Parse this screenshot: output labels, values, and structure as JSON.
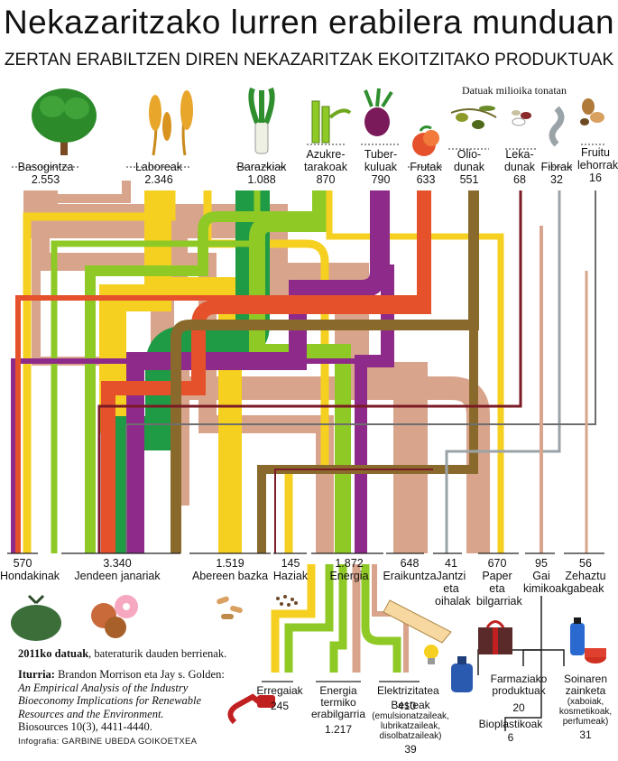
{
  "header": {
    "title": "Nekazaritzako lurren erabilera munduan",
    "subtitle": "ZERTAN ERABILTZEN DIREN NEKAZARITZAK EKOITZITAKO PRODUKTUAK",
    "units": "Datuak milioika tonatan"
  },
  "sources": [
    {
      "label": "Basogintza",
      "value": "2.553",
      "color": "#d9a48c"
    },
    {
      "label": "Laboreak",
      "value": "2.346",
      "color": "#f6d020"
    },
    {
      "label": "Barazkiak",
      "value": "1.088",
      "color": "#1f9a45"
    },
    {
      "label": "Azukre-tarakoak",
      "value": "870",
      "color": "#8fc926"
    },
    {
      "label": "Tuber-kuluak",
      "value": "790",
      "color": "#8e2a8a"
    },
    {
      "label": "Frutak",
      "value": "633",
      "color": "#e5512b"
    },
    {
      "label": "Olio-dunak",
      "value": "551",
      "color": "#8a6a2c"
    },
    {
      "label": "Leka-dunak",
      "value": "68",
      "color": "#7a1a24"
    },
    {
      "label": "Fibrak",
      "value": "32",
      "color": "#9aa3a8"
    },
    {
      "label": "Fruitu lehorrak",
      "value": "16",
      "color": "#6e6e6e"
    }
  ],
  "destinations": [
    {
      "label": "Hondakinak",
      "value": "570"
    },
    {
      "label": "Jendeen janariak",
      "value": "3.340"
    },
    {
      "label": "Abereen bazka",
      "value": "1.519"
    },
    {
      "label": "Haziak",
      "value": "145"
    },
    {
      "label": "Energia",
      "value": "1.872"
    },
    {
      "label": "Eraikuntza",
      "value": "648"
    },
    {
      "label": "Jantzi eta oihalak",
      "value": "41"
    },
    {
      "label": "Paper eta bilgarriak",
      "value": "670"
    },
    {
      "label": "Gai kimikoak",
      "value": "95"
    },
    {
      "label": "Zehaztu gabeak",
      "value": "56"
    }
  ],
  "energy_split": [
    {
      "label": "Erregaiak",
      "value": "245"
    },
    {
      "label": "Energia termiko erabilgarria",
      "value": "1.217"
    },
    {
      "label": "Elektrizitatea",
      "value": "410"
    }
  ],
  "chemicals_split": [
    {
      "label": "Besteak",
      "detail": "(emulsionatzaileak, lubrikatzaileak, disolbatzaileak)",
      "value": "39"
    },
    {
      "label": "Bioplastikoak",
      "value": "6"
    },
    {
      "label": "Farmaziako produktuak",
      "value": "20"
    },
    {
      "label": "Soinaren zainketa",
      "detail": "(xaboiak, kosmetikoak, perfumeak)",
      "value": "31"
    }
  ],
  "notes": {
    "year_bold": "2011ko datuak",
    "year_rest": ", bateraturik dauden berrienak.",
    "source_bold": "Iturria:",
    "source_authors": " Brandon Morrison eta Jay s. Golden:",
    "source_title": "An Empirical Analysis of the Industry Bioeconomy Implications for Renewable Resources and the Environment.",
    "source_ref": "Biosources 10(3), 4411-4440.",
    "credit_label": "Infografia:",
    "credit_name": "GARBINE UBEDA GOIKOETXEA"
  }
}
